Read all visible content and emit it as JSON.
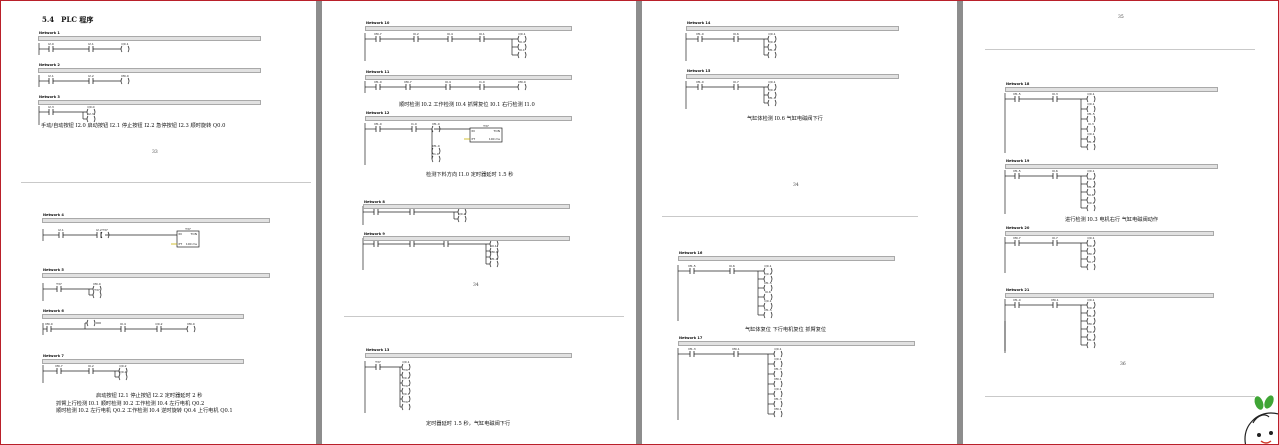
{
  "pages": [
    {
      "section_title": "5.4　PLC 程序",
      "networks": [
        "Network 1",
        "Network 2",
        "Network 3",
        "Network 4",
        "Network 5",
        "Network 6",
        "Network 7"
      ],
      "captions": [
        "手动/自动按钮 I2.0 启动按钮 I2.1 停止按钮 I2.2 急停按钮 I2.3 顺时旋转 Q0.0",
        "启动按钮 I2.1 停止按钮 I2.2 定时器延时 2 秒",
        "抓臂上行检测 I0.1 顺时检测 I0.2 工作检测 I0.4 左行电机 Q0.2",
        "顺时检测 I0.2 左行电机 Q0.2 工作检测 I0.4 逆时旋转 Q0.4 上行电机 Q0.1"
      ],
      "page_number": "33"
    },
    {
      "networks": [
        "Network 10",
        "Network 11",
        "Network 12",
        "Network 8",
        "Network 9",
        "Network 13"
      ],
      "captions": [
        "顺时检测 I0.2 工作检测 I0.4 抓臂复位 I0.1 右行检测 I1.0",
        "检测下料方向 I1.0 定时器延时 1.5 秒",
        "定时器延时 1.5 秒，气缸电磁阀下行"
      ],
      "page_number": "34"
    },
    {
      "networks": [
        "Network 14",
        "Network 15",
        "Network 16",
        "Network 17"
      ],
      "captions": [
        "气缸体检测 I0.6 气缸电磁阀下行",
        "气缸体复位 下行电机复位 抓臂复位"
      ],
      "page_number": "34"
    },
    {
      "networks": [
        "Network 18",
        "Network 19",
        "Network 20",
        "Network 21"
      ],
      "captions": [
        "进行检测 I0.3 电机右行 气缸电磁阀动作"
      ],
      "page_number_top": "35",
      "page_number_bottom": "36"
    }
  ],
  "ladder_labels": {
    "timer_name": "T37",
    "timer_type": "TON",
    "timer_in": "IN",
    "timer_pt": "PT",
    "timer_preset": "100 ms",
    "contacts": [
      "I2.0",
      "I2.1",
      "I2.2",
      "I2.3",
      "Q0.0",
      "M0.0",
      "M0.1",
      "M0.7",
      "M1.0",
      "M1.1",
      "I0.1",
      "I0.2",
      "I0.4",
      "I1.0",
      "T37",
      "Q0.1",
      "Q0.2",
      "Q0.4",
      "I0.3",
      "I0.6",
      "I0.7",
      "M1.3",
      "M1.5"
    ]
  },
  "colors": {
    "page": "#ffffff",
    "gutter": "#6f6f6f",
    "frame": "#b9202a",
    "header_bar": "#e1e1e1",
    "ink": "#111111",
    "pt_marker": "#c8b000"
  }
}
